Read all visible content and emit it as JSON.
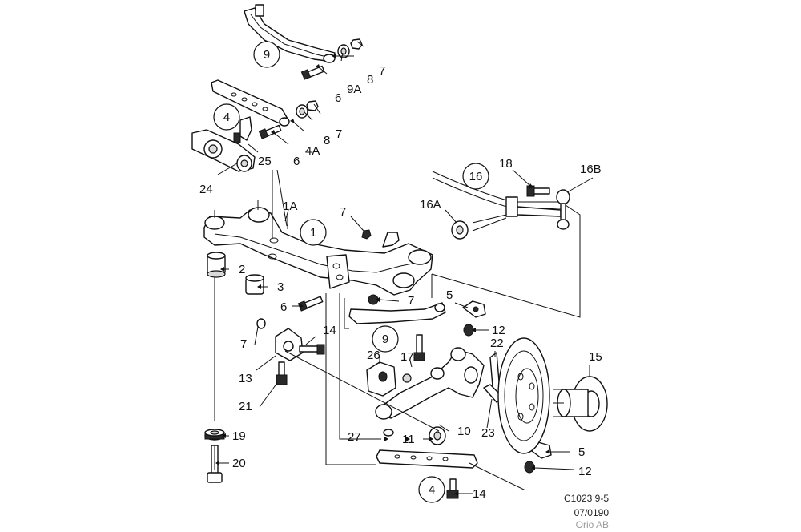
{
  "diagram": {
    "callouts": {
      "c9_top": "9",
      "c4_top": "4",
      "c1": "1",
      "c16": "16",
      "c9_mid": "9",
      "c4_bottom": "4"
    },
    "labels": {
      "l9a": "9A",
      "l8_top": "8",
      "l7_top": "7",
      "l6_top": "6",
      "l4a": "4A",
      "l8_second": "8",
      "l7_second": "7",
      "l6_second": "6",
      "l25": "25",
      "l24": "24",
      "l1a": "1A",
      "l7_mid": "7",
      "l18": "18",
      "l16b": "16B",
      "l16a": "16A",
      "l2": "2",
      "l3": "3",
      "l6_mid": "6",
      "l7_right": "7",
      "l5_top": "5",
      "l12_top": "12",
      "l7_left": "7",
      "l14_top": "14",
      "l22": "22",
      "l15": "15",
      "l26": "26",
      "l17": "17",
      "l13": "13",
      "l21": "21",
      "l10": "10",
      "l23": "23",
      "l27": "27",
      "l11": "11",
      "l19": "19",
      "l5_bottom": "5",
      "l20": "20",
      "l12_bottom": "12",
      "l14_bottom": "14"
    },
    "caption": {
      "line1": "C1023 9-5",
      "line2": "07/0190",
      "line3": "Orio AB"
    }
  }
}
